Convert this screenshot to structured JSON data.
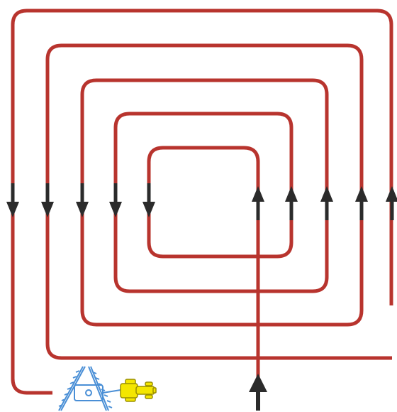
{
  "diagram": {
    "type": "spiral-field-path",
    "colors": {
      "path": "#b8342e",
      "arrow": "#2b2b2b",
      "implement": "#4a8fd6",
      "tractor": "#f4e600",
      "tractor_outline": "#9a8f00",
      "background": "#ffffff"
    },
    "icons": [
      "seed-drill-implement-icon",
      "tractor-icon"
    ],
    "loops": 5,
    "arrows_down": 5,
    "arrows_up": 6
  }
}
